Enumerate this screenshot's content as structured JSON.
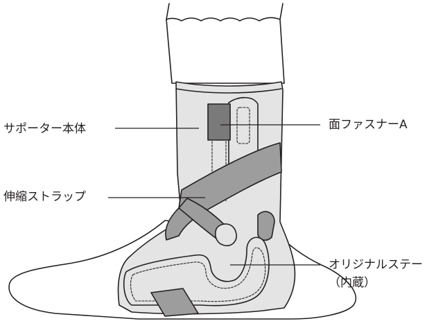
{
  "labels": {
    "support_body": "サポーター本体",
    "elastic_strap": "伸縮ストラップ",
    "velcro_fastener": "面ファスナーA",
    "original_stay": "オリジナルステー",
    "original_stay_note": "（内蔵）"
  },
  "colors": {
    "outline": "#231f20",
    "brace_light": "#e4e4e4",
    "strap_dark": "#9d9d9d",
    "velcro_dark": "#7a7a7a",
    "skin": "#ffffff"
  }
}
